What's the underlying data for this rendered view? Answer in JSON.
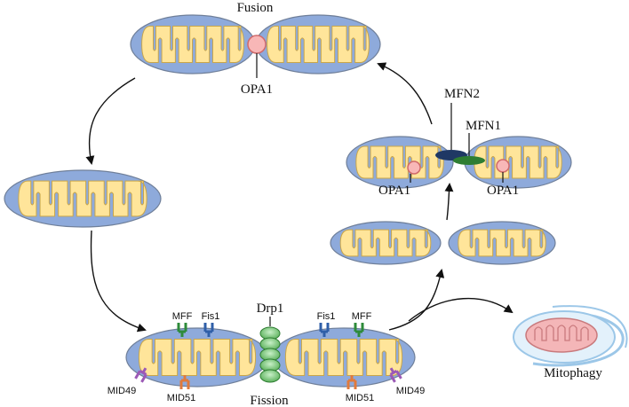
{
  "labels": {
    "fusion": "Fusion",
    "fission": "Fission",
    "mitophagy": "Mitophagy",
    "opa1_top": "OPA1",
    "opa1_left": "OPA1",
    "opa1_right": "OPA1",
    "mfn2": "MFN2",
    "mfn1": "MFN1",
    "drp1": "Drp1",
    "mff_left": "MFF",
    "fis1_left": "Fis1",
    "fis1_right": "Fis1",
    "mff_right": "MFF",
    "mid49_left": "MID49",
    "mid51_left": "MID51",
    "mid51_right": "MID51",
    "mid49_right": "MID49"
  },
  "colors": {
    "outer_membrane": "#8eaadb",
    "outer_stroke": "#6f7f99",
    "matrix": "#ffe59a",
    "cristae_line": "#c9a64a",
    "opa1": "#f8b7b7",
    "mfn2": "#1f3864",
    "mfn1": "#2e7d32",
    "drp1": "#8fd18f",
    "mff": "#2e8b3a",
    "fis1": "#2f5fa8",
    "mid49": "#9b59b6",
    "mid51": "#e07a3c",
    "mitophagy_inner": "#f4b6b8",
    "mitophagy_swoosh": "#9cc7e8"
  }
}
